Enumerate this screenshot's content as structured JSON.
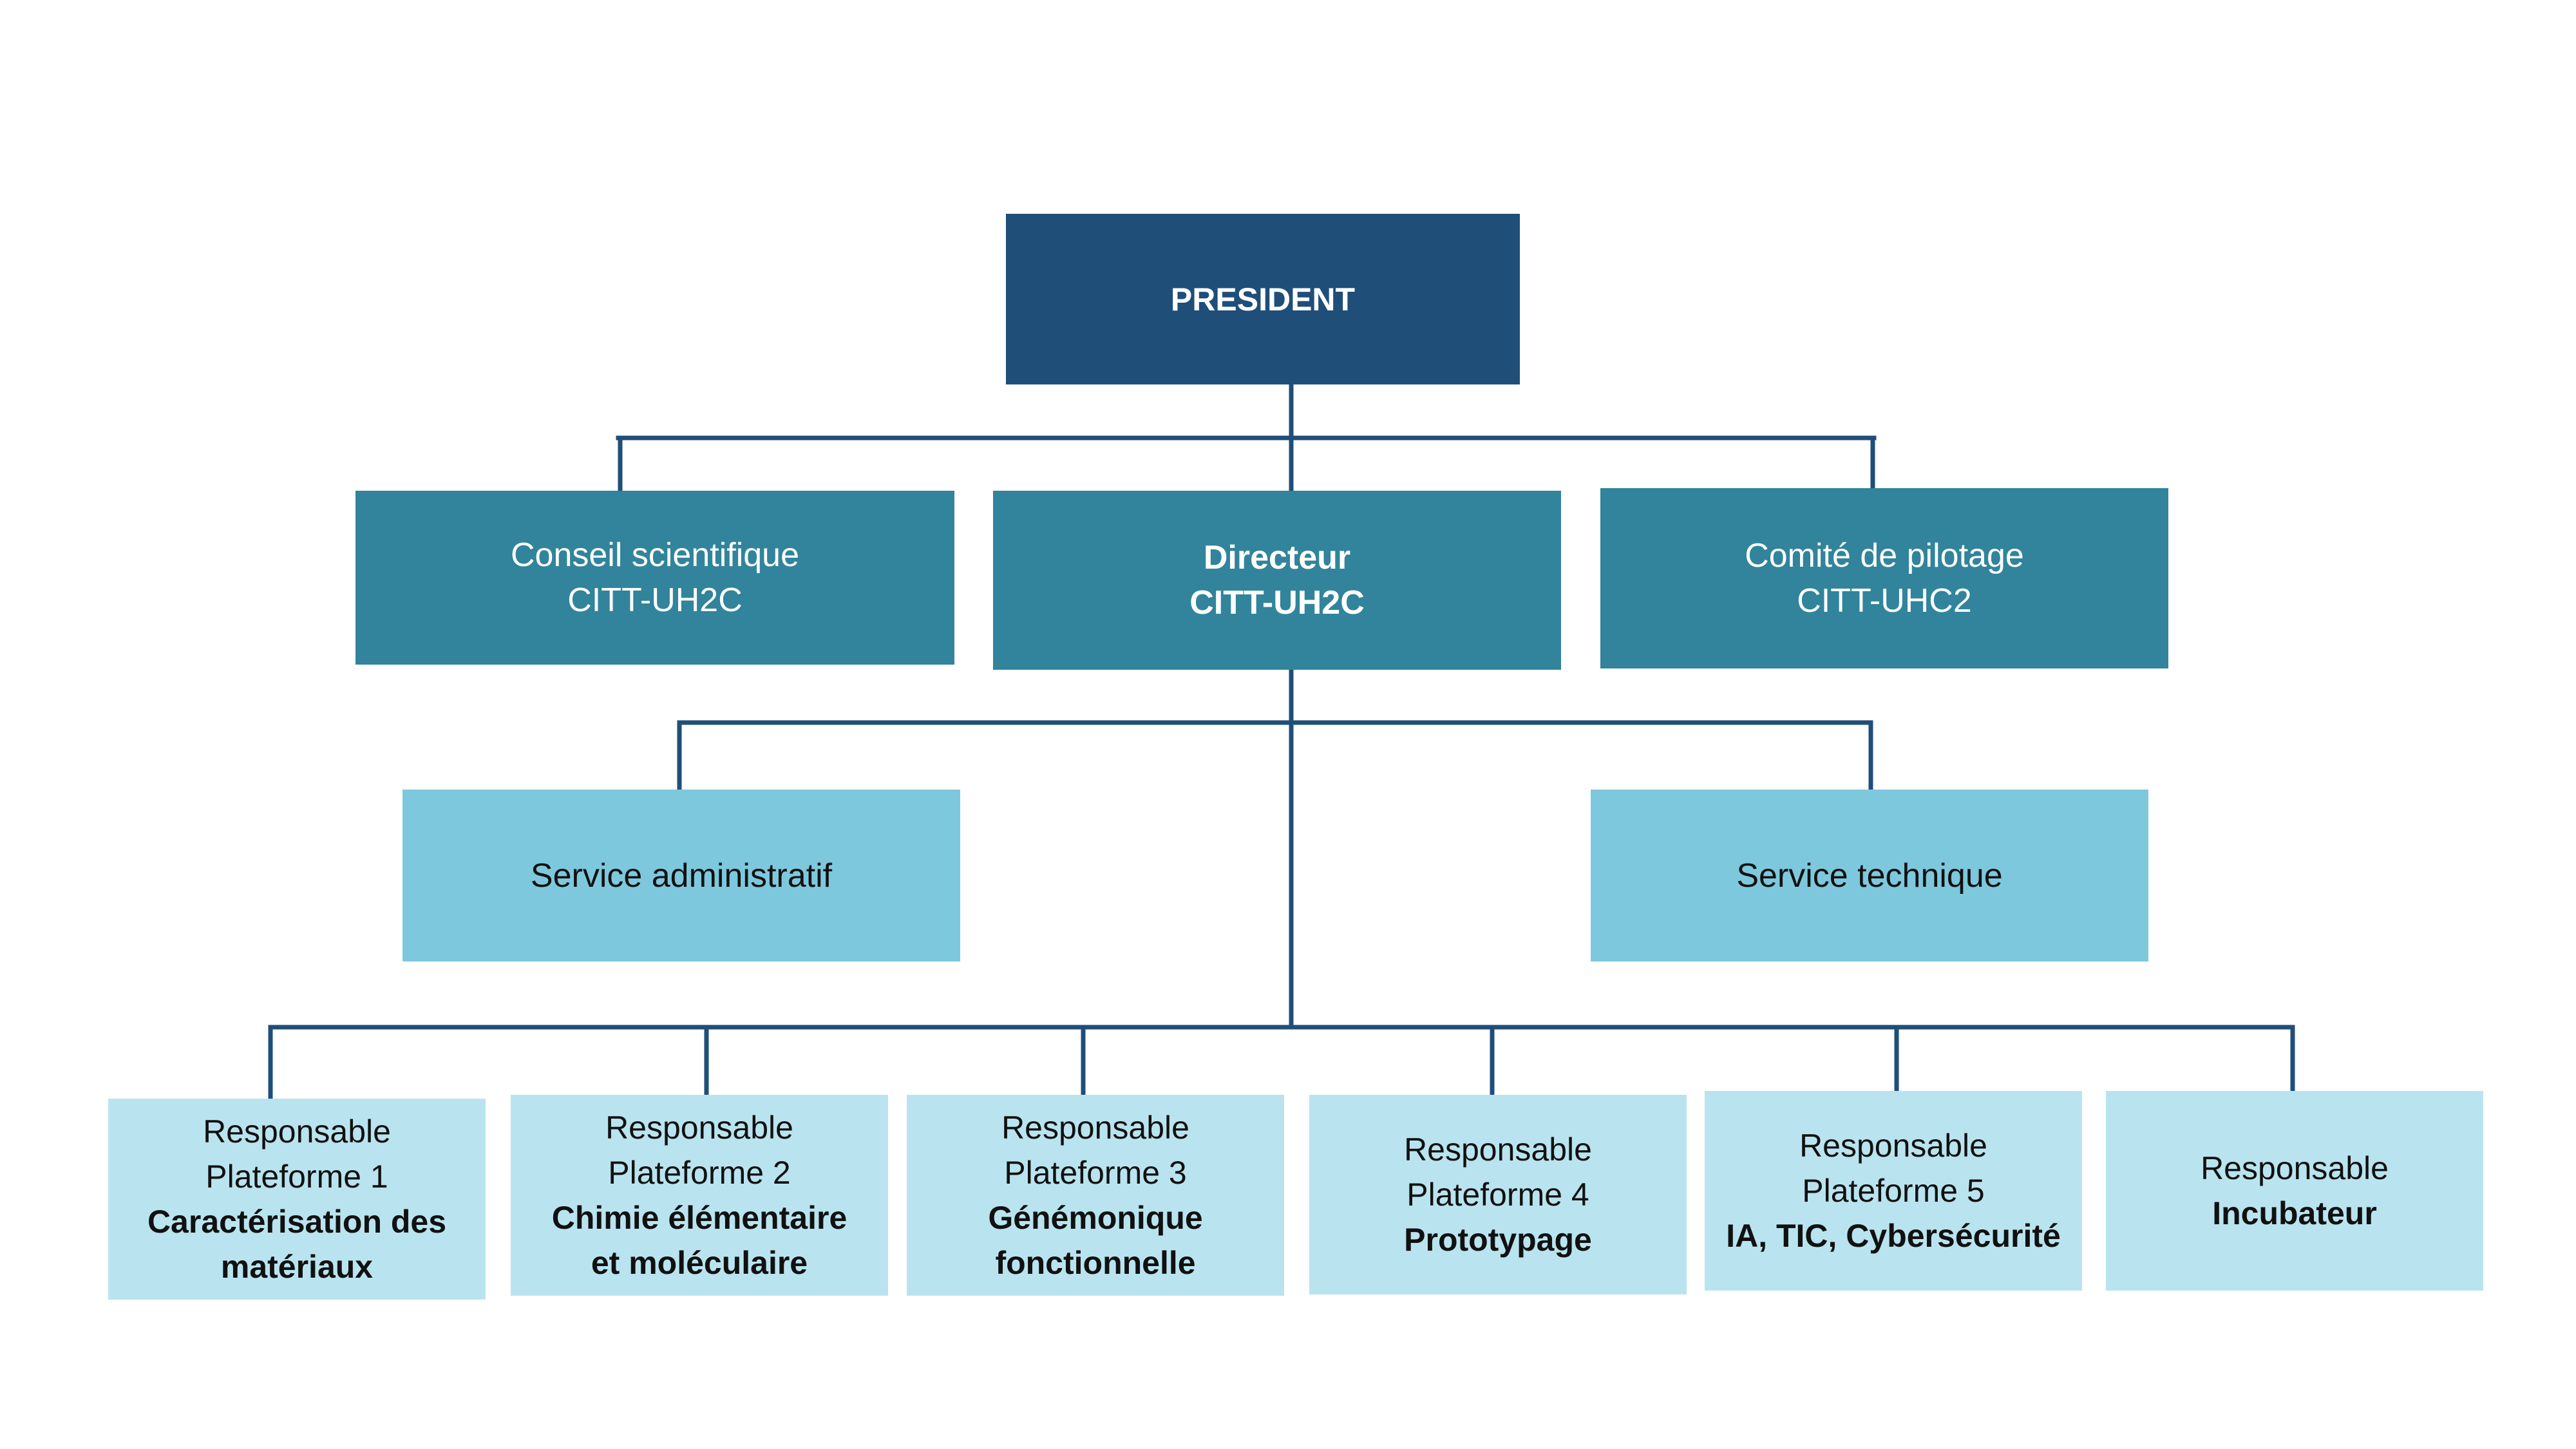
{
  "president": {
    "label": "PRESIDENT"
  },
  "conseil": {
    "line1": "Conseil scientifique",
    "line2": "CITT-UH2C"
  },
  "directeur": {
    "line1": "Directeur",
    "line2": "CITT-UH2C"
  },
  "comite": {
    "line1": "Comité de pilotage",
    "line2": "CITT-UHC2"
  },
  "service_admin": {
    "label": "Service administratif"
  },
  "service_tech": {
    "label": "Service technique"
  },
  "platforms": [
    {
      "line1": "Responsable",
      "line2": "Plateforme 1",
      "bold1": "Caractérisation des",
      "bold2": "matériaux"
    },
    {
      "line1": "Responsable",
      "line2": "Plateforme 2",
      "bold1": "Chimie élémentaire",
      "bold2": "et moléculaire"
    },
    {
      "line1": "Responsable",
      "line2": "Plateforme 3",
      "bold1": "Génémonique",
      "bold2": "fonctionnelle"
    },
    {
      "line1": "Responsable",
      "line2": "Plateforme 4",
      "bold1": "Prototypage"
    },
    {
      "line1": "Responsable",
      "line2": "Plateforme 5",
      "bold1": "IA, TIC, Cybersécurité"
    },
    {
      "line1": "Responsable",
      "bold1": "Incubateur"
    }
  ],
  "colors": {
    "president": "#1f4e79",
    "level1": "#31849b",
    "level2": "#7ec8dd",
    "level3": "#b9e4ef",
    "connector": "#1f4e79"
  }
}
